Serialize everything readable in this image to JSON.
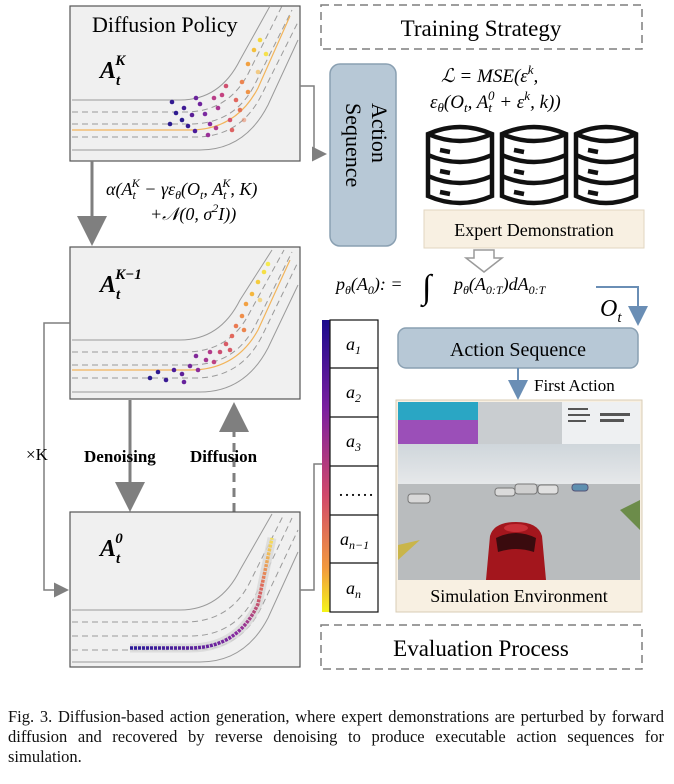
{
  "diffusion_policy": {
    "title": "Diffusion Policy",
    "panels": [
      {
        "label_base": "A",
        "label_sub": "t",
        "label_sup": "K"
      },
      {
        "label_base": "A",
        "label_sub": "t",
        "label_sup": "K−1"
      },
      {
        "label_base": "A",
        "label_sub": "t",
        "label_sup": "0"
      }
    ],
    "update_formula_line1": "α(A",
    "update_formula_line1b": "− γε",
    "update_formula_line1c": "(O",
    "update_formula_line1d": "K)",
    "update_formula_line2": "+𝒩(0, σ",
    "update_formula_line2b": "I))",
    "repeat_label": "×K",
    "denoising_label": "Denoising",
    "diffusion_label": "Diffusion"
  },
  "training": {
    "title": "Training Strategy",
    "loss_line1": "ℒ = MSE(ε",
    "loss_line2": "ε",
    "expert_label": "Expert Demonstration",
    "likelihood": "p",
    "databases": [
      "database-icon",
      "database-icon",
      "database-icon"
    ]
  },
  "action_sequence_vertical": {
    "line1": "Action",
    "line2": "Sequence"
  },
  "action_list": [
    "a1",
    "a2",
    "a3",
    "……",
    "an−1",
    "an"
  ],
  "observation_label": "O",
  "action_sequence_box": "Action Sequence",
  "first_action_label": "First Action",
  "simulation_label": "Simulation Environment",
  "evaluation": {
    "title": "Evaluation Process"
  },
  "colors": {
    "box_fill": "#b7c8d6",
    "box_stroke": "#8aa0b2",
    "expert_fill": "#f8f0e2",
    "panel_fill": "#f0f0f0",
    "arrow": "#7f7f7f",
    "dashed": "#7f7f7f"
  },
  "caption": "Fig. 3.  Diffusion-based action generation, where expert demonstrations are perturbed by forward diffusion and recovered by reverse denoising to produce executable action sequences for simulation."
}
